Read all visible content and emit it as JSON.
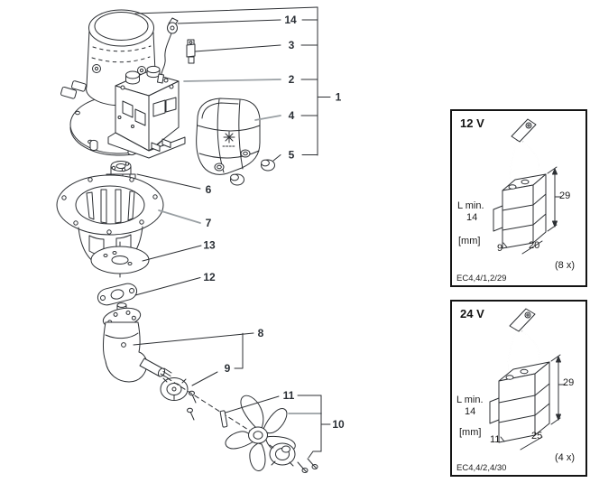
{
  "diagram": {
    "callouts": [
      "1",
      "2",
      "3",
      "4",
      "5",
      "6",
      "7",
      "8",
      "9",
      "10",
      "11",
      "12",
      "13",
      "14"
    ]
  },
  "panels": [
    {
      "title": "12 V",
      "code": "EC4,4/1,2/29",
      "quantity": "(8 x)",
      "dims": {
        "height": "29",
        "l_min_label": "L min.",
        "l_min_value": "14",
        "unit": "[mm]",
        "width": "9",
        "depth": "20"
      }
    },
    {
      "title": "24 V",
      "code": "EC4,4/2,4/30",
      "quantity": "(4 x)",
      "dims": {
        "height": "29",
        "l_min_label": "L min.",
        "l_min_value": "14",
        "unit": "[mm]",
        "width": "11",
        "depth": "25"
      }
    }
  ],
  "colors": {
    "line": "#2c2f33",
    "leader_gray": "#9aa0a4",
    "text": "#2b3036",
    "background": "#ffffff"
  }
}
